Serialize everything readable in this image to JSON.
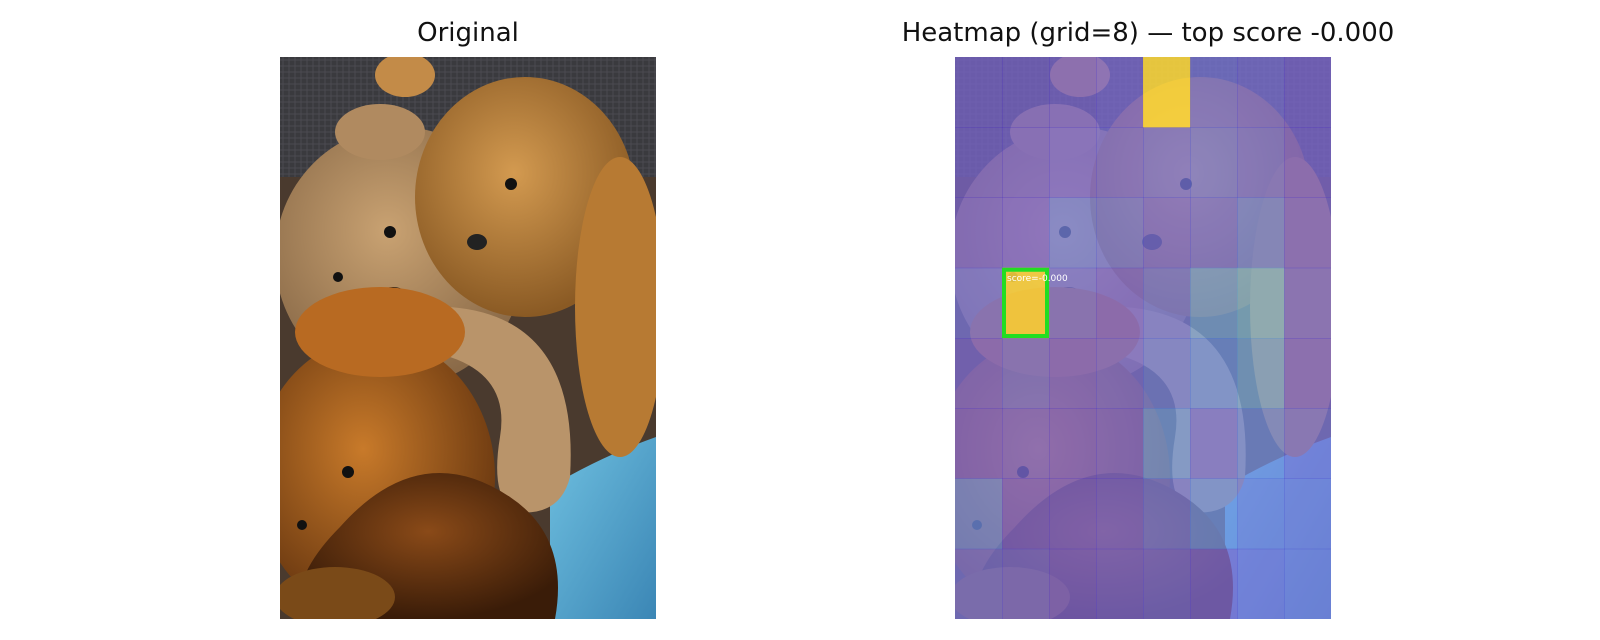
{
  "panels": {
    "left": {
      "title": "Original",
      "content": "photo of teddy bears"
    },
    "right": {
      "title": "Heatmap (grid=8) — top score -0.000",
      "grid": 8,
      "top_score_label": "score=-0.000",
      "top_cell": {
        "row": 3,
        "col": 1
      },
      "highlight_color": "#22dd22"
    }
  },
  "heatmap_cells": [
    [
      0.3,
      0.3,
      0.32,
      0.36,
      1.0,
      0.4,
      0.38,
      0.34
    ],
    [
      0.3,
      0.32,
      0.36,
      0.38,
      0.4,
      0.42,
      0.4,
      0.34
    ],
    [
      0.32,
      0.34,
      0.44,
      0.42,
      0.38,
      0.4,
      0.46,
      0.36
    ],
    [
      0.4,
      0.98,
      0.4,
      0.36,
      0.42,
      0.55,
      0.6,
      0.38
    ],
    [
      0.36,
      0.4,
      0.36,
      0.38,
      0.44,
      0.5,
      0.56,
      0.36
    ],
    [
      0.34,
      0.36,
      0.34,
      0.36,
      0.52,
      0.4,
      0.48,
      0.4
    ],
    [
      0.48,
      0.34,
      0.34,
      0.36,
      0.42,
      0.5,
      0.44,
      0.42
    ],
    [
      0.4,
      0.38,
      0.34,
      0.36,
      0.38,
      0.36,
      0.4,
      0.42
    ]
  ]
}
